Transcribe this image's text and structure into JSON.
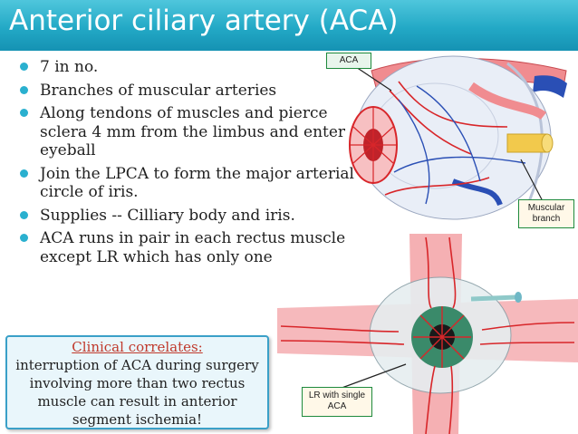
{
  "slide": {
    "title": "Anterior ciliary artery (ACA)",
    "bullets": [
      "7 in no.",
      "Branches of muscular arteries",
      "Along tendons of muscles and pierce sclera 4 mm from the limbus and enter eyeball",
      "Join the LPCA to form the major arterial circle of iris.",
      "Supplies -- Cilliary body and iris.",
      "ACA runs in pair in each rectus muscle except LR which has only one"
    ],
    "clinical": {
      "heading": "Clinical correlates:",
      "line1": "interruption of ACA during surgery",
      "line2": "involving more than two rectus",
      "line3": "muscle can result in anterior",
      "line4": "segment ischemia!"
    },
    "labels": {
      "aca": "ACA",
      "muscular_1": "Muscular",
      "muscular_2": "branch",
      "lr_1": "LR with single",
      "lr_2": "ACA"
    }
  },
  "colors": {
    "title_bar": "#23a9c6",
    "bullet": "#2ab0cf",
    "artery_red": "#d8262a",
    "vein_blue": "#2a4fb5",
    "muscle_pink": "#f3a2a6",
    "heading_red": "#c0392b"
  }
}
